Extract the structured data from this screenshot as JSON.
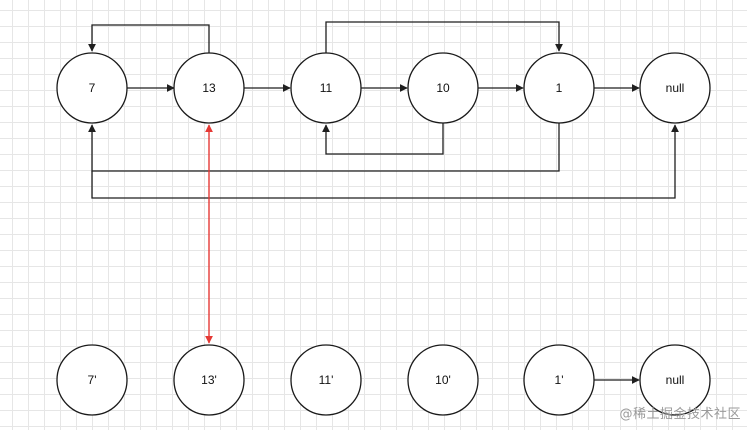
{
  "nodes": [
    {
      "id": "n7",
      "label": "7"
    },
    {
      "id": "n13",
      "label": "13"
    },
    {
      "id": "n11",
      "label": "11"
    },
    {
      "id": "n10",
      "label": "10"
    },
    {
      "id": "n1",
      "label": "1"
    },
    {
      "id": "nnull",
      "label": "null"
    },
    {
      "id": "c7",
      "label": "7'"
    },
    {
      "id": "c13",
      "label": "13'"
    },
    {
      "id": "c11",
      "label": "11'"
    },
    {
      "id": "c10",
      "label": "10'"
    },
    {
      "id": "c1",
      "label": "1'"
    },
    {
      "id": "cnull",
      "label": "null"
    }
  ],
  "colors": {
    "red_link": "#e53935",
    "stroke": "#1f1f1f"
  },
  "watermark": "@稀土掘金技术社区"
}
